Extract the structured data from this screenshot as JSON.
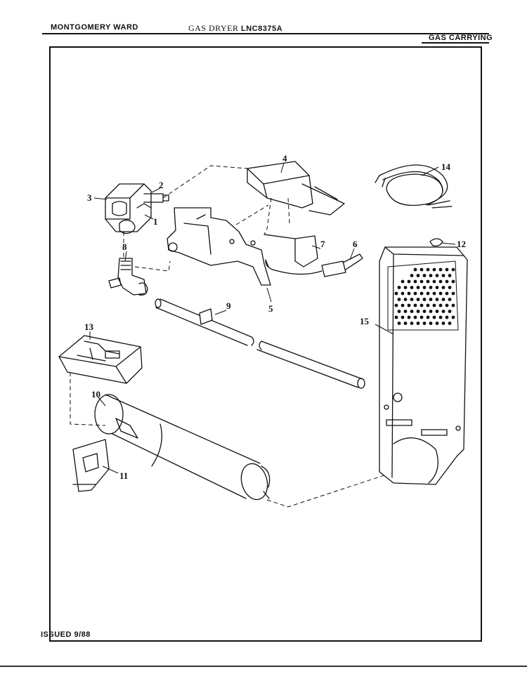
{
  "header": {
    "brand": "MONTGOMERY WARD",
    "product": "GAS DRYER",
    "model": "LNC8375A",
    "section": "GAS CARRYING"
  },
  "footer": {
    "issued": "ISSUED 9/88"
  },
  "callouts": [
    "1",
    "2",
    "3",
    "4",
    "5",
    "6",
    "7",
    "8",
    "9",
    "10",
    "11",
    "12",
    "13",
    "14",
    "15"
  ]
}
